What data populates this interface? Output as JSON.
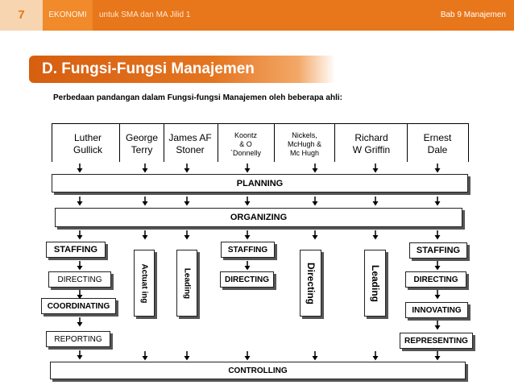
{
  "header": {
    "page_number": "7",
    "subject": "EKONOMI",
    "book_title": "untuk SMA dan MA Jilid 1",
    "chapter": "Bab 9 Manajemen",
    "accent_color": "#e8761a"
  },
  "section": {
    "title": "D. Fungsi-Fungsi Manajemen",
    "subtitle": "Perbedaan pandangan dalam Fungsi-fungsi Manajemen oleh beberapa ahli:"
  },
  "experts": [
    {
      "name": "Luther\nGullick"
    },
    {
      "name": "George\nTerry"
    },
    {
      "name": "James AF\nStoner"
    },
    {
      "name": "Koontz\n& O\n`Donnelly"
    },
    {
      "name": "Nickels,\nMcHugh &\nMc Hugh"
    },
    {
      "name": "Richard\nW Griffin"
    },
    {
      "name": "Ernest\nDale"
    }
  ],
  "functions": {
    "planning": "PLANNING",
    "organizing": "ORGANIZING",
    "controlling": "CONTROLLING",
    "gullick": [
      "STAFFING",
      "DIRECTING",
      "COORDINATING",
      "REPORTING"
    ],
    "terry": "Actuat ing",
    "stoner": "Leading",
    "koontz": [
      "STAFFING",
      "DIRECTING"
    ],
    "nickels": "Directing",
    "griffin": "Leading",
    "dale": [
      "STAFFING",
      "DIRECTING",
      "INNOVATING",
      "REPRESENTING"
    ]
  }
}
